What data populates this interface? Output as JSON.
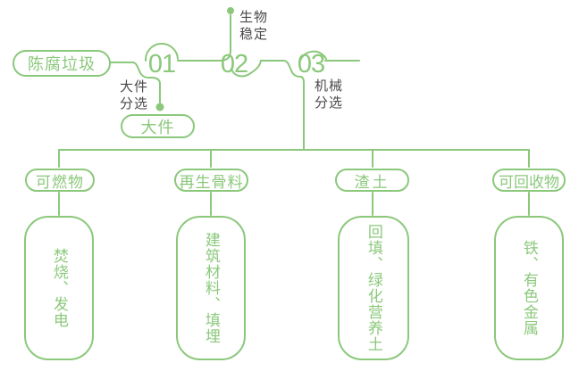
{
  "palette": {
    "accent_green": "#8BC87B",
    "label_dark": "#4A4A4A",
    "background": "#FFFFFF"
  },
  "diagram": {
    "source": {
      "label": "陈腐垃圾"
    },
    "stages": [
      {
        "number": "01",
        "process_lines": [
          "大件",
          "分选"
        ],
        "output_label": "大件"
      },
      {
        "number": "02",
        "process_lines": [
          "生物",
          "稳定"
        ]
      },
      {
        "number": "03",
        "process_lines": [
          "机械",
          "分选"
        ]
      }
    ],
    "outputs": [
      {
        "category": "可燃物",
        "use": "焚烧、发电"
      },
      {
        "category": "再生骨料",
        "use": "建筑材料、填埋"
      },
      {
        "category": "渣土",
        "use": "回填、绿化营养土"
      },
      {
        "category": "可回收物",
        "use": "铁、有色金属"
      }
    ]
  }
}
